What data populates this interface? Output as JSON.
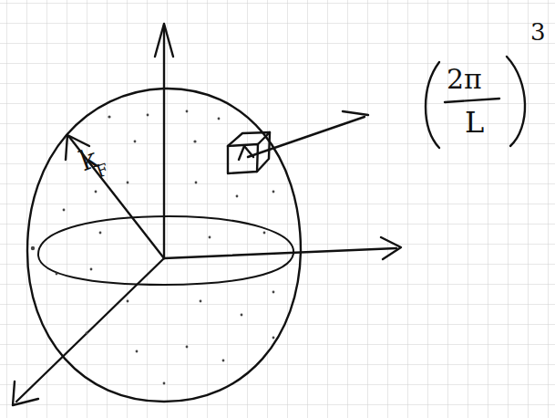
{
  "diagram": {
    "labels": [
      "k",
      "F",
      "2π",
      "L",
      "3"
    ]
  }
}
